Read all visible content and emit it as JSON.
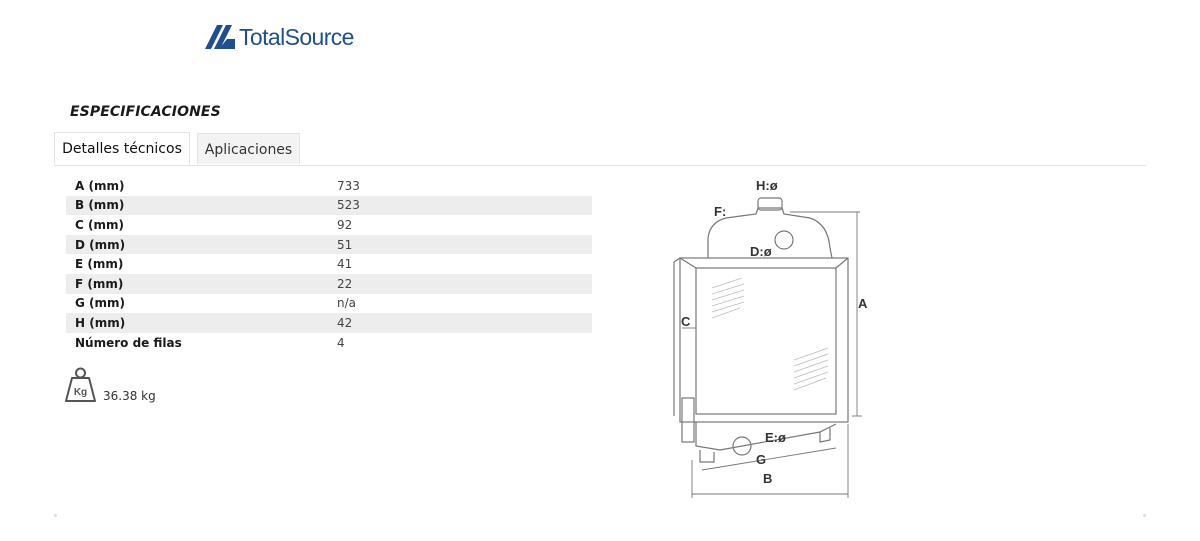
{
  "brand": {
    "name": "TotalSource",
    "accent_color": "#1f4f8f"
  },
  "section": {
    "title": "ESPECIFICACIONES"
  },
  "tabs": [
    {
      "label": "Detalles técnicos",
      "active": true
    },
    {
      "label": "Aplicaciones",
      "active": false
    }
  ],
  "specs": [
    {
      "label": "A (mm)",
      "value": "733"
    },
    {
      "label": "B (mm)",
      "value": "523"
    },
    {
      "label": "C (mm)",
      "value": "92"
    },
    {
      "label": "D (mm)",
      "value": "51"
    },
    {
      "label": "E (mm)",
      "value": "41"
    },
    {
      "label": "F (mm)",
      "value": "22"
    },
    {
      "label": "G (mm)",
      "value": "n/a"
    },
    {
      "label": "H (mm)",
      "value": "42"
    },
    {
      "label": "Número de filas",
      "value": "4"
    }
  ],
  "weight": {
    "icon": "kg-weight-icon",
    "icon_text": "Kg",
    "value": "36.38 kg"
  },
  "diagram": {
    "labels": {
      "A": "A",
      "B": "B",
      "C": "C",
      "D": "D:ø",
      "E": "E:ø",
      "F": "F:",
      "G": "G",
      "H": "H:ø"
    }
  }
}
